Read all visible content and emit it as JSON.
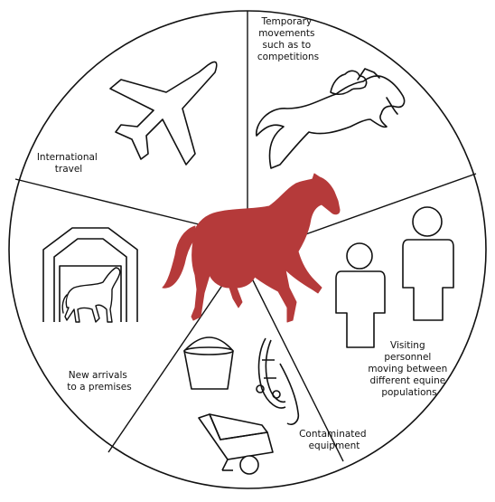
{
  "colors": {
    "outline": "#111111",
    "horse_fill": "#b53a3a",
    "background": "#ffffff"
  },
  "segments": [
    {
      "id": "international-travel",
      "icon": "airplane-icon",
      "label_lines": [
        "International",
        "travel"
      ]
    },
    {
      "id": "temporary-movements",
      "icon": "show-jumping-horse-icon",
      "label_lines": [
        "Temporary",
        "movements",
        "such as to",
        "competitions"
      ]
    },
    {
      "id": "visiting-personnel",
      "icon": "people-icon",
      "label_lines": [
        "Visiting",
        "personnel",
        "moving between",
        "different equine",
        "populations"
      ]
    },
    {
      "id": "contaminated-equipment",
      "icon": "bucket-bridle-wheelbarrow-icon",
      "label_lines": [
        "Contaminated",
        "equipment"
      ]
    },
    {
      "id": "new-arrivals",
      "icon": "barn-horse-icon",
      "label_lines": [
        "New arrivals",
        "to a premises"
      ]
    }
  ],
  "center": {
    "icon": "red-horse-icon"
  }
}
